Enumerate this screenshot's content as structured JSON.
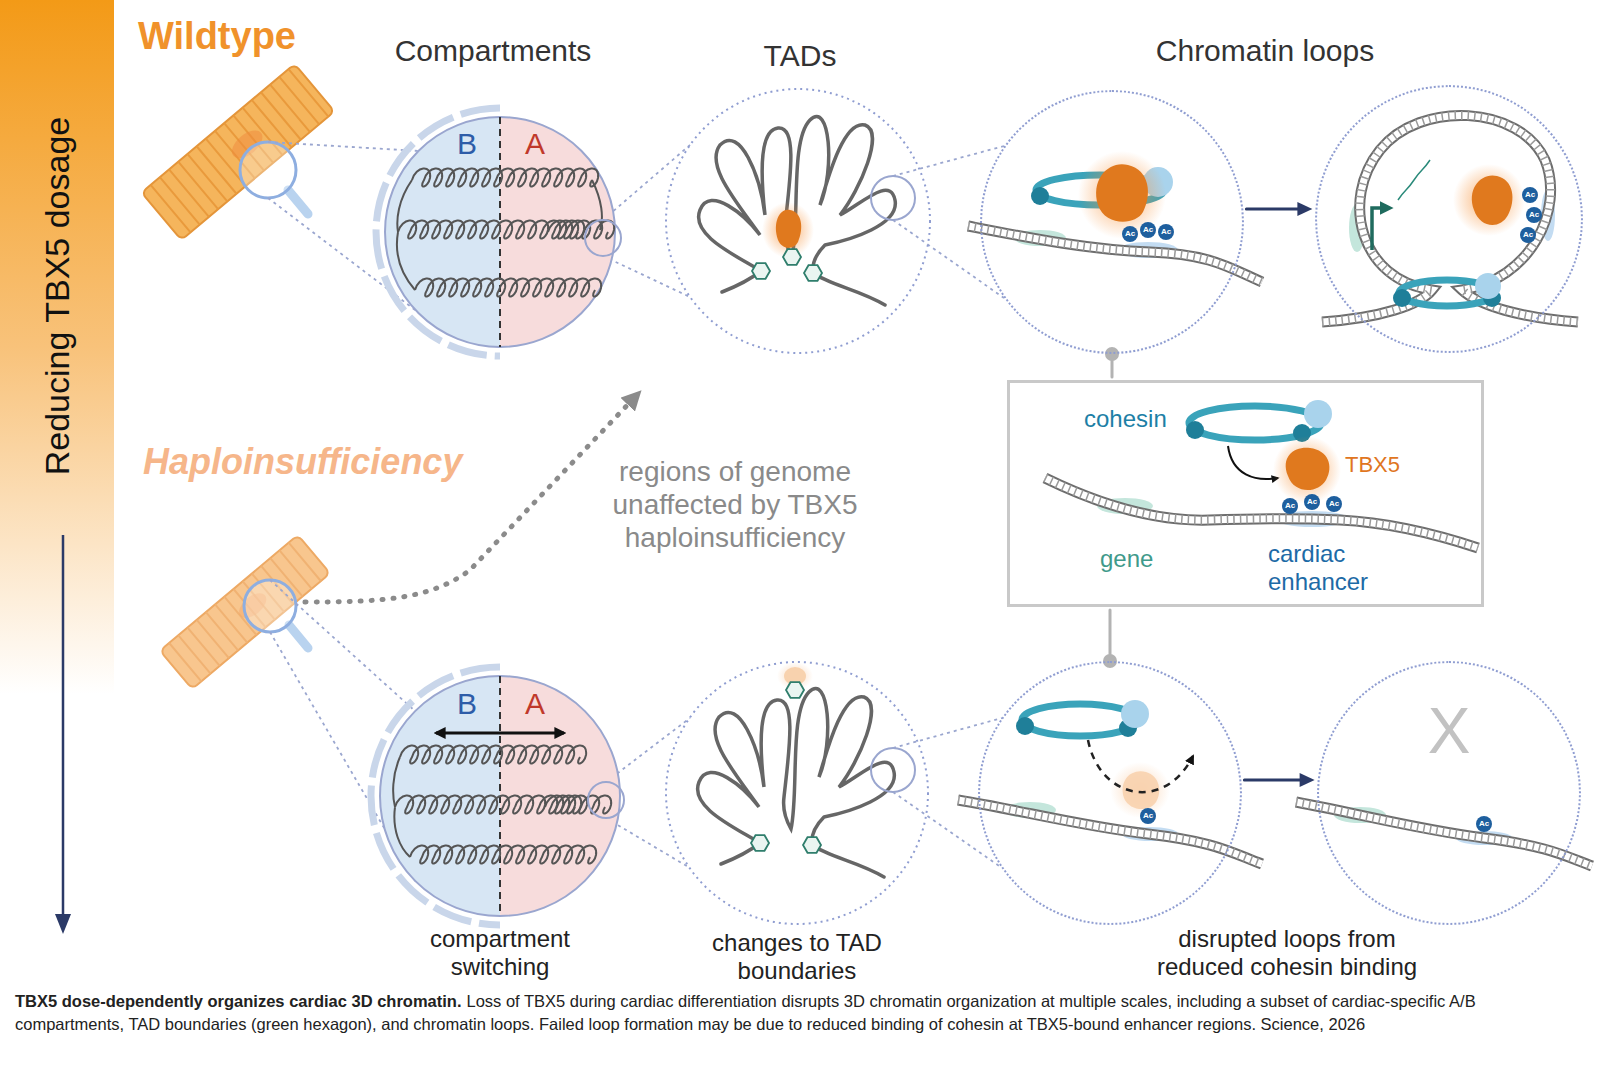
{
  "diagram": {
    "title": "TBX5 dose-dependently organizes cardiac 3D chromatin.",
    "caption": "Loss of TBX5 during cardiac differentiation disrupts 3D chromatin organization at multiple scales, including a subset of cardiac-specific A/B compartments, TAD boundaries (green hexagon), and chromatin loops. Failed loop formation may be due to reduced binding of cohesin at TBX5-bound enhancer regions. Science, 2026",
    "nodes": [
      {
        "text": [
          "B",
          "A"
        ]
      },
      {
        "text": [
          "Ac",
          "Ac",
          "Ac"
        ]
      },
      {
        "text": [
          "Ac",
          "Ac",
          "Ac"
        ]
      },
      {
        "text": [
          "cohesin",
          "TBX5",
          "Ac",
          "Ac",
          "Ac",
          "gene",
          "cardiac enhancer"
        ]
      },
      {
        "text": [
          "B",
          "A"
        ]
      },
      {
        "text": [
          "Ac"
        ]
      },
      {
        "text": [
          "X",
          "Ac"
        ]
      }
    ],
    "edges": [
      {
        "from": 1,
        "to": 2,
        "arrow": "to"
      },
      {
        "from": 1,
        "to": 3,
        "arrow": "none"
      },
      {
        "from": 3,
        "to": 5,
        "arrow": "none"
      },
      {
        "from": 5,
        "to": 6,
        "arrow": "to"
      }
    ],
    "labels": [
      "Reducing TBX5 dosage",
      "Wildtype",
      "Compartments",
      "TADs",
      "Chromatin loops",
      "Haploinsufficiency",
      "regions of genome unaffected by TBX5 haploinsufficiency",
      "compartment switching",
      "changes to TAD boundaries",
      "disrupted loops from reduced cohesin binding"
    ]
  }
}
